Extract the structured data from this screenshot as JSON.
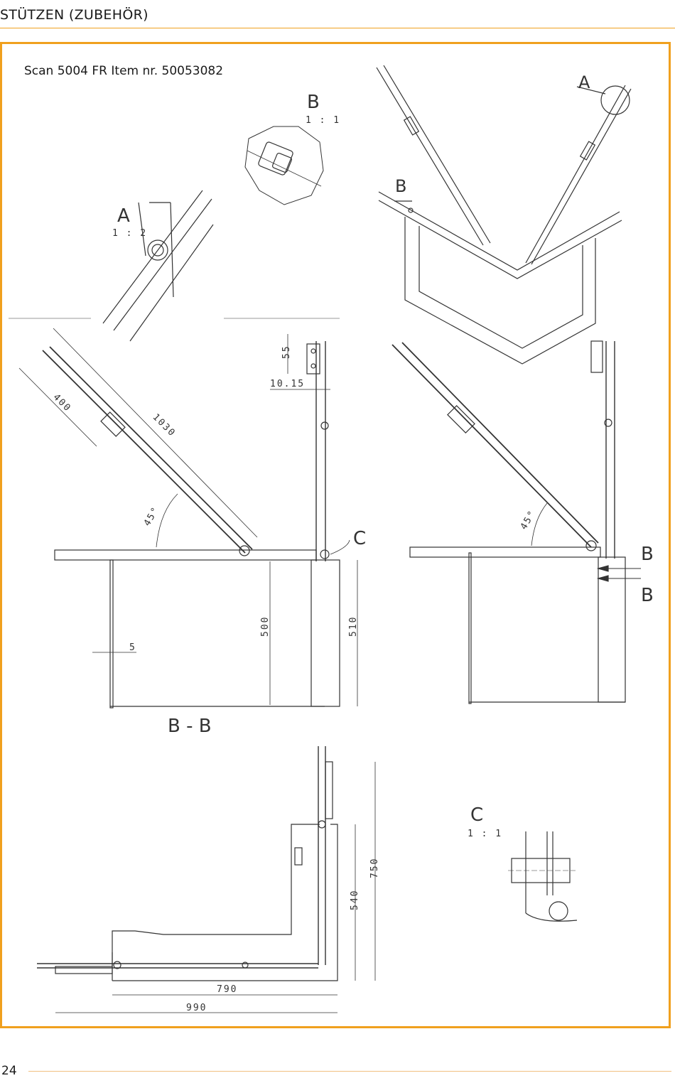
{
  "header": {
    "section_title": "STÜTZEN (ZUBEHÖR)"
  },
  "document": {
    "title": "Scan 5004 FR Item nr. 50053082"
  },
  "detail_views": {
    "A": {
      "letter": "A",
      "scale": "1 : 2"
    },
    "B": {
      "letter": "B",
      "scale": "1 : 1"
    },
    "C": {
      "letter": "C",
      "scale": "1 : 1"
    }
  },
  "section_label": "B - B",
  "callouts": {
    "a": "A",
    "b": "B",
    "c": "C",
    "section_b": "B"
  },
  "dimensions": {
    "strut_length": "1030",
    "strut_offset": "400",
    "angle_left": "45°",
    "angle_right": "45°",
    "hole_pitch": "55",
    "bracket_offset": "10.15",
    "height_inner": "500",
    "height_outer": "510",
    "wall_gap": "5",
    "plan_width_inner": "790",
    "plan_width_outer": "990",
    "plan_depth_inner": "540",
    "plan_depth_outer": "750"
  },
  "footer": {
    "page_number": "24"
  },
  "colors": {
    "accent": "#f0a01e",
    "line": "#333333"
  }
}
